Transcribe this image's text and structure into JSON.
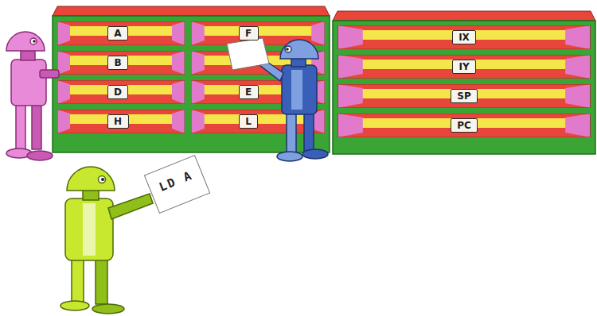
{
  "diagram": {
    "nodes": [
      {
        "text": [
          "A"
        ]
      },
      {
        "text": [
          "F"
        ]
      },
      {
        "text": [
          "IX"
        ]
      },
      {
        "text": [
          "B"
        ]
      },
      {
        "text": [
          "IY"
        ]
      },
      {
        "text": [
          "D"
        ]
      },
      {
        "text": [
          "E"
        ]
      },
      {
        "text": [
          "SP"
        ]
      },
      {
        "text": [
          "H"
        ]
      },
      {
        "text": [
          "L"
        ]
      },
      {
        "text": [
          "PC"
        ]
      },
      {
        "text": [
          "LD A"
        ]
      }
    ]
  }
}
